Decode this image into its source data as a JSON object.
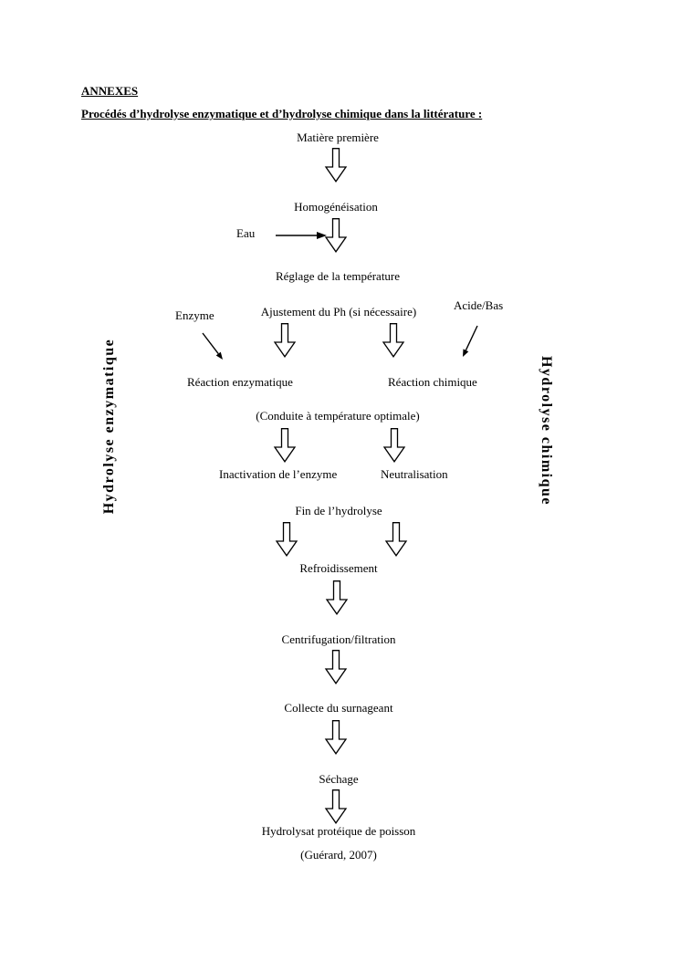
{
  "page": {
    "title": "ANNEXES",
    "subtitle": "Procédés d’hydrolyse enzymatique et d’hydrolyse chimique dans la littérature :"
  },
  "flowchart": {
    "side_labels": {
      "left": "Hydrolyse enzymatique",
      "right": "Hydrolyse chimique"
    },
    "nodes": {
      "matiere_premiere": "Matière première",
      "homogeneisation": "Homogénéisation",
      "eau": "Eau",
      "reglage_temperature": "Réglage de la température",
      "enzyme": "Enzyme",
      "ajustement_ph": "Ajustement du Ph (si nécessaire)",
      "acide_bas": "Acide/Bas",
      "reaction_enzymatique": "Réaction enzymatique",
      "reaction_chimique": "Réaction chimique",
      "conduite_temperature": "(Conduite à température optimale)",
      "inactivation_enzyme": "Inactivation de l’enzyme",
      "neutralisation": "Neutralisation",
      "fin_hydrolyse": "Fin de l’hydrolyse",
      "refroidissement": "Refroidissement",
      "centrifugation_filtration": "Centrifugation/filtration",
      "collecte_surnageant": "Collecte du surnageant",
      "sechage": "Séchage",
      "hydrolysat": "Hydrolysat protéique de poisson",
      "citation": "(Guérard, 2007)"
    }
  },
  "colors": {
    "text": "#000000",
    "background": "#ffffff",
    "arrow_fill": "#ffffff",
    "arrow_stroke": "#000000"
  }
}
